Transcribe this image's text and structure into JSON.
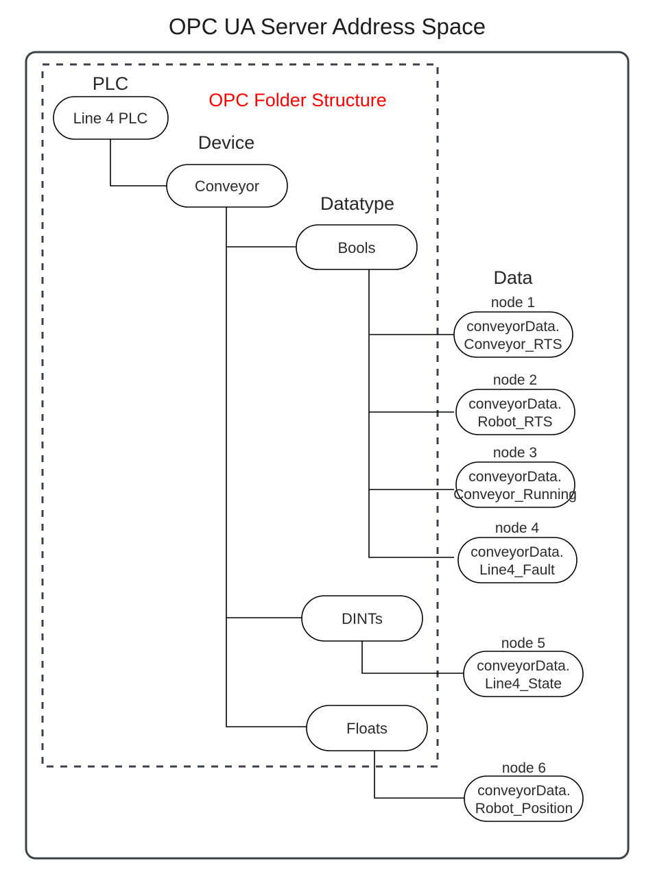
{
  "title": "OPC UA Server Address Space",
  "inner_box_label": "OPC Folder Structure",
  "accent_color": "#ff0000",
  "frame_color": "#3c4049",
  "group_labels": {
    "plc": "PLC",
    "device": "Device",
    "datatype": "Datatype",
    "data": "Data"
  },
  "nodes": {
    "plc": "Line 4 PLC",
    "device": "Conveyor",
    "datatype_bools": "Bools",
    "datatype_dints": "DINTs",
    "datatype_floats": "Floats"
  },
  "data_nodes": [
    {
      "caption": "node 1",
      "line1": "conveyorData.",
      "line2": "Conveyor_RTS"
    },
    {
      "caption": "node 2",
      "line1": "conveyorData.",
      "line2": "Robot_RTS"
    },
    {
      "caption": "node 3",
      "line1": "conveyorData.",
      "line2": "Conveyor_Running"
    },
    {
      "caption": "node 4",
      "line1": "conveyorData.",
      "line2": "Line4_Fault"
    },
    {
      "caption": "node 5",
      "line1": "conveyorData.",
      "line2": "Line4_State"
    },
    {
      "caption": "node 6",
      "line1": "conveyorData.",
      "line2": "Robot_Position"
    }
  ]
}
